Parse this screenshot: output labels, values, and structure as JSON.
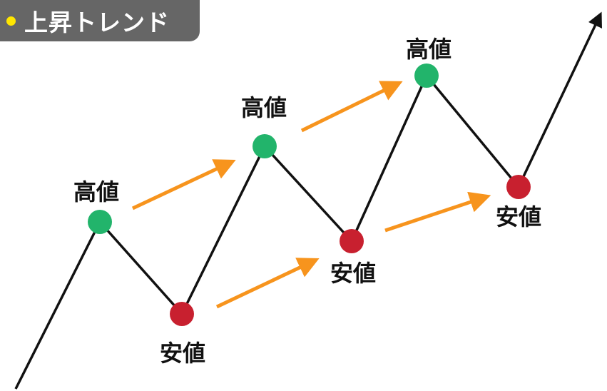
{
  "badge": {
    "title": "上昇トレンド",
    "dot_color": "#ffe600"
  },
  "labels": {
    "high": "高値",
    "low": "安値"
  },
  "colors": {
    "high_point": "#22b46b",
    "low_point": "#c8202f",
    "trend_arrow": "#f7941d",
    "path_line": "#111111",
    "badge_bg": "#666666"
  },
  "points": [
    {
      "kind": "start"
    },
    {
      "kind": "high"
    },
    {
      "kind": "low"
    },
    {
      "kind": "high"
    },
    {
      "kind": "low"
    },
    {
      "kind": "high"
    },
    {
      "kind": "low"
    },
    {
      "kind": "end"
    }
  ]
}
